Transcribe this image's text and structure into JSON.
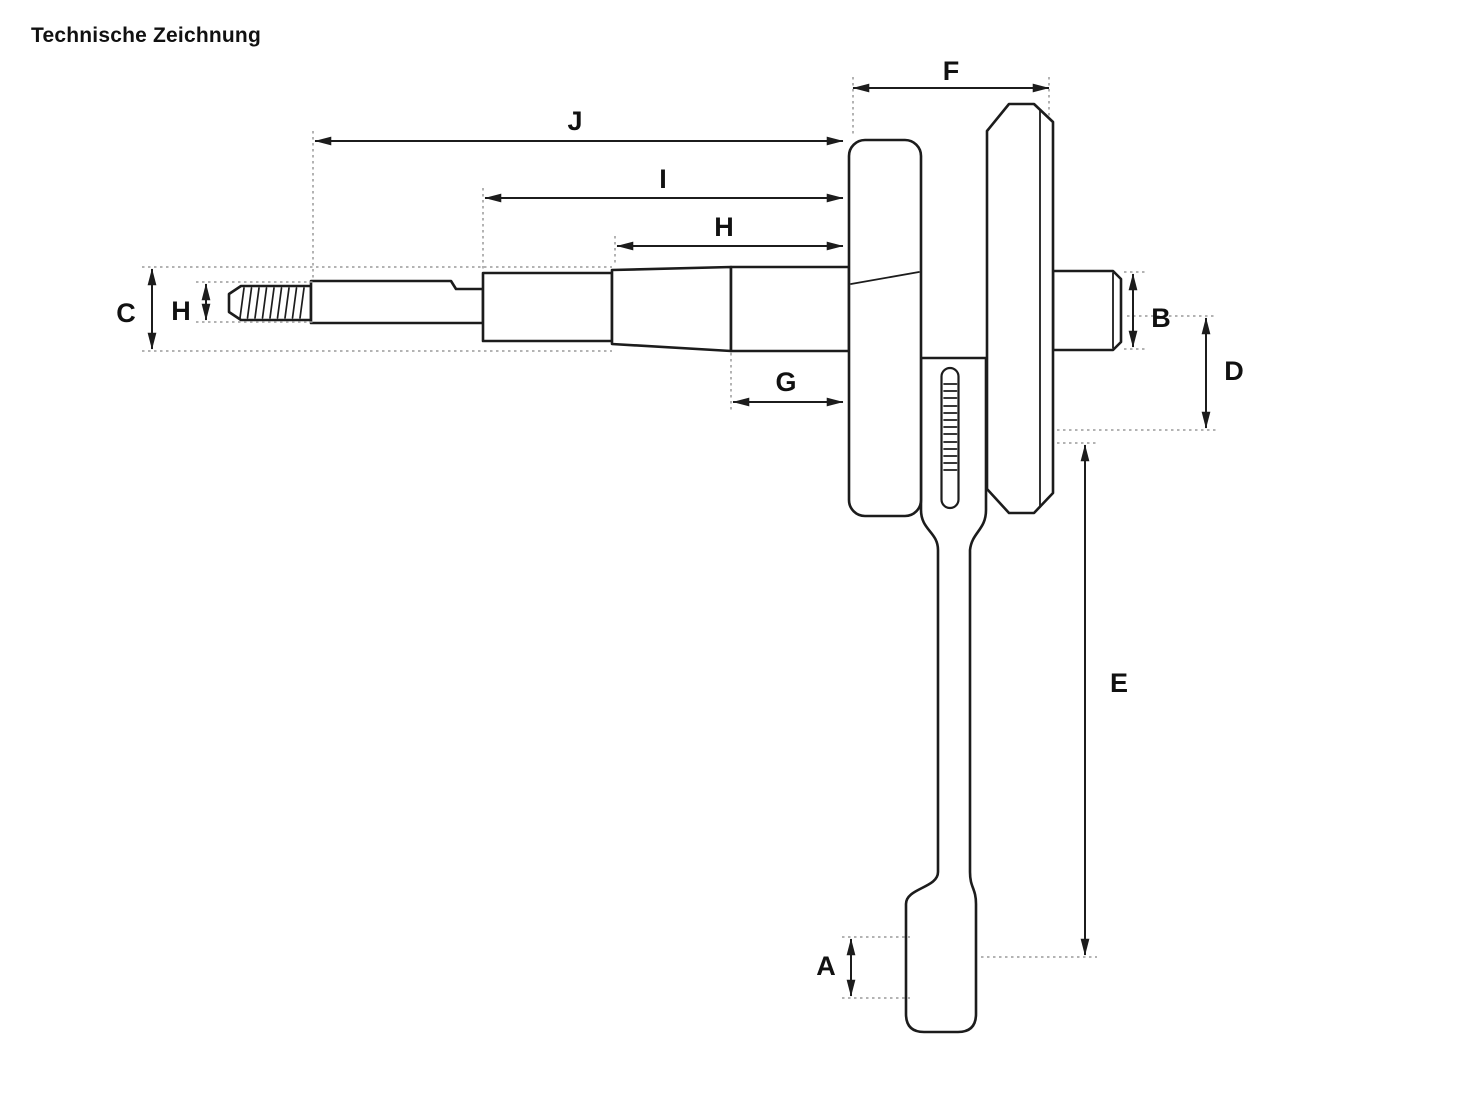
{
  "page": {
    "title": "Technische Zeichnung"
  },
  "colors": {
    "line": "#1c1c1c",
    "extension_line": "#9a9a9a",
    "background": "#ffffff"
  },
  "drawing": {
    "dimension_labels": {
      "A": "A",
      "B": "B",
      "C": "C",
      "D": "D",
      "E": "E",
      "F": "F",
      "G": "G",
      "H_diameter": "H",
      "H_length": "H",
      "I": "I",
      "J": "J"
    }
  }
}
